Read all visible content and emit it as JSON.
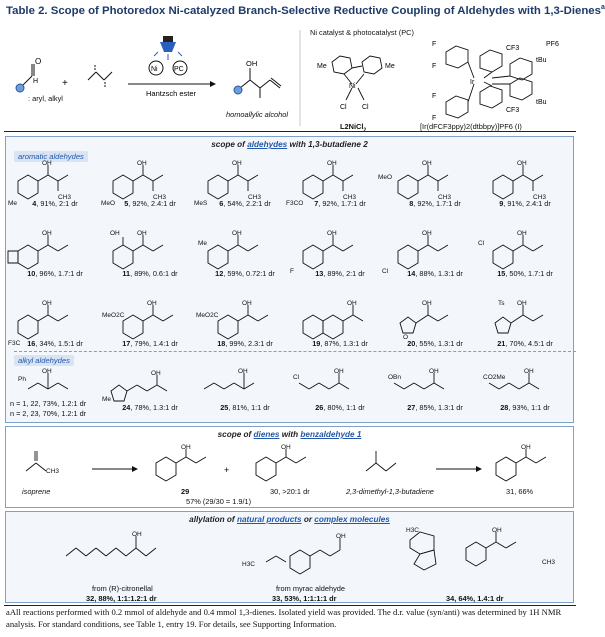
{
  "title": "Table 2. Scope of Photoredox Ni-catalyzed Branch-Selective Reductive Coupling of Aldehydes with 1,3-Dienes",
  "title_sup": "a",
  "scheme": {
    "sub_legend": ": aryl, alkyl",
    "conditions": "Hantzsch ester",
    "cat_ni": "Ni",
    "cat_pc": "PC",
    "product_label": "homoallylic alcohol",
    "catalyst_header": "Ni catalyst & photocatalyst (PC)",
    "ni_name": "L2NiCl",
    "ni_sub": "2",
    "ir_name": "[Ir(dFCF3ppy)2(dtbbpy)]PF6 (I)",
    "pf6": "PF6",
    "me1": "Me",
    "me2": "Me",
    "cl1": "Cl",
    "cl2": "Cl",
    "ni_center": "Ni",
    "ir_center": "Ir",
    "tbu1": "tBu",
    "tbu2": "tBu",
    "cf3_1": "CF3",
    "cf3_2": "CF3",
    "f_labels": [
      "F",
      "F",
      "F",
      "F"
    ]
  },
  "sections": {
    "s1": {
      "pre": "scope of ",
      "hl": "aldehydes",
      "post": " with 1,3-butadiene 2"
    },
    "s2": {
      "pre": "scope of ",
      "hl": "dienes",
      "mid": " with ",
      "hl2": "benzaldehyde 1"
    },
    "s3": {
      "pre": "allylation of ",
      "hl": "natural products",
      "mid": " or ",
      "hl2": "complex molecules"
    }
  },
  "chips": {
    "aromatic": "aromatic aldehydes",
    "alkyl": "alkyl aldehydes"
  },
  "row1": [
    {
      "num": "4",
      "data": "91%, 2:1 dr",
      "sub": "Me"
    },
    {
      "num": "5",
      "data": "92%, 2.4:1 dr",
      "sub": "MeO"
    },
    {
      "num": "6",
      "data": "54%, 2.2:1 dr",
      "sub": "MeS"
    },
    {
      "num": "7",
      "data": "92%, 1.7:1 dr",
      "sub": "F3CO"
    },
    {
      "num": "8",
      "data": "92%, 1.7:1 dr",
      "sub": "MeO"
    },
    {
      "num": "9",
      "data": "91%, 2.4:1 dr",
      "sub": ""
    }
  ],
  "row2": [
    {
      "num": "10",
      "data": "96%, 1.7:1 dr",
      "sub": ""
    },
    {
      "num": "11",
      "data": "89%, 0.6:1 dr",
      "sub": "OH"
    },
    {
      "num": "12",
      "data": "59%, 0.72:1 dr",
      "sub": "Me"
    },
    {
      "num": "13",
      "data": "89%, 2:1 dr",
      "sub": "F"
    },
    {
      "num": "14",
      "data": "88%, 1.3:1 dr",
      "sub": "Cl"
    },
    {
      "num": "15",
      "data": "50%, 1.7:1 dr",
      "sub": "Cl"
    }
  ],
  "row3": [
    {
      "num": "16",
      "data": "34%, 1.5:1 dr",
      "sub": "F3C"
    },
    {
      "num": "17",
      "data": "79%, 1.4:1 dr",
      "sub": "MeO2C"
    },
    {
      "num": "18",
      "data": "99%, 2.3:1 dr",
      "sub": "MeO2C"
    },
    {
      "num": "19",
      "data": "87%, 1.3:1 dr",
      "sub": ""
    },
    {
      "num": "20",
      "data": "55%, 1.3:1 dr",
      "sub": "O"
    },
    {
      "num": "21",
      "data": "70%, 4.5:1 dr",
      "sub": "Ts"
    }
  ],
  "row4": [
    {
      "num": "24",
      "data": "78%, 1.3:1 dr",
      "sub": "Me"
    },
    {
      "num": "25",
      "data": "81%, 1:1 dr",
      "sub": ""
    },
    {
      "num": "26",
      "data": "80%, 1:1 dr",
      "sub": "Cl"
    },
    {
      "num": "27",
      "data": "85%, 1.3:1 dr",
      "sub": "OBn"
    },
    {
      "num": "28",
      "data": "93%, 1:1 dr",
      "sub": "CO2Me"
    }
  ],
  "alkyl_first": {
    "line1": "n = 1, 22, 73%, 1.2:1 dr",
    "line2": "n = 2, 23, 70%, 1.2:1 dr",
    "ph": "Ph"
  },
  "diene": {
    "isoprene": "isoprene",
    "p29": "29",
    "p30": "30, >20:1 dr",
    "ratio": "57% (29/30 = 1.9/1)",
    "dmb": "2,3-dimethyl-1,3-butadiene",
    "p31": "31, 66%"
  },
  "natural": [
    {
      "from": "from (R)-citronellal",
      "data": "32, 88%, 1:1:1.2:1 dr"
    },
    {
      "from": "from myrac aldehyde",
      "data": "33, 53%, 1:1:1:1 dr"
    },
    {
      "from": "",
      "data": "34, 64%, 1.4:1 dr"
    }
  ],
  "footnote": "aAll reactions performed with 0.2 mmol of aldehyde and 0.4 mmol 1,3-dienes. Isolated yield was provided. The d.r. value (syn/anti) was determined by 1H NMR analysis. For standard conditions, see Table 1, entry 19. For details, see Supporting Information.",
  "colors": {
    "title": "#1f3a6b",
    "accent": "#2457a8",
    "box_border": "#7fa0c8",
    "box_bg": "#f3f7fc",
    "chip_bg": "#d8e4f4"
  }
}
